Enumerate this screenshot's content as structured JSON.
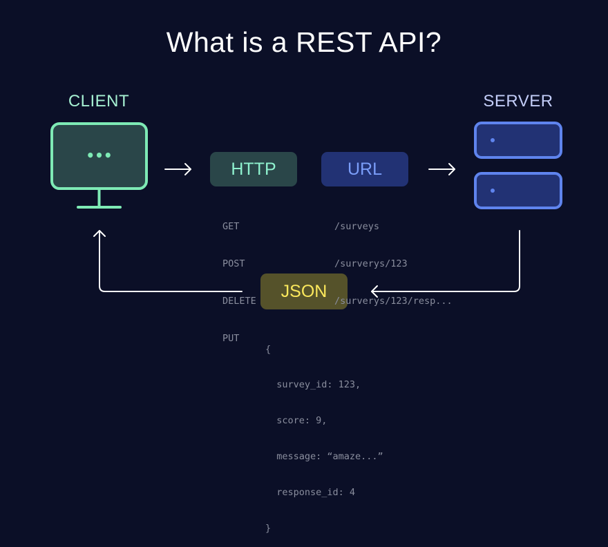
{
  "title": "What is a REST API?",
  "client": {
    "label": "CLIENT",
    "screen_glyph": "•••",
    "color": "#7eeab5"
  },
  "server": {
    "label": "SERVER",
    "color": "#5f84ee"
  },
  "http": {
    "label": "HTTP",
    "methods": [
      "GET",
      "POST",
      "DELETE",
      "PUT"
    ]
  },
  "url": {
    "label": "URL",
    "paths": [
      "/surveys",
      "/surverys/123",
      "/surverys/123/resp..."
    ]
  },
  "json": {
    "label": "JSON",
    "lines": [
      "{",
      "  survey_id: 123,",
      "  score: 9,",
      "  message: “amaze...”",
      "  response_id: 4",
      "}"
    ]
  }
}
